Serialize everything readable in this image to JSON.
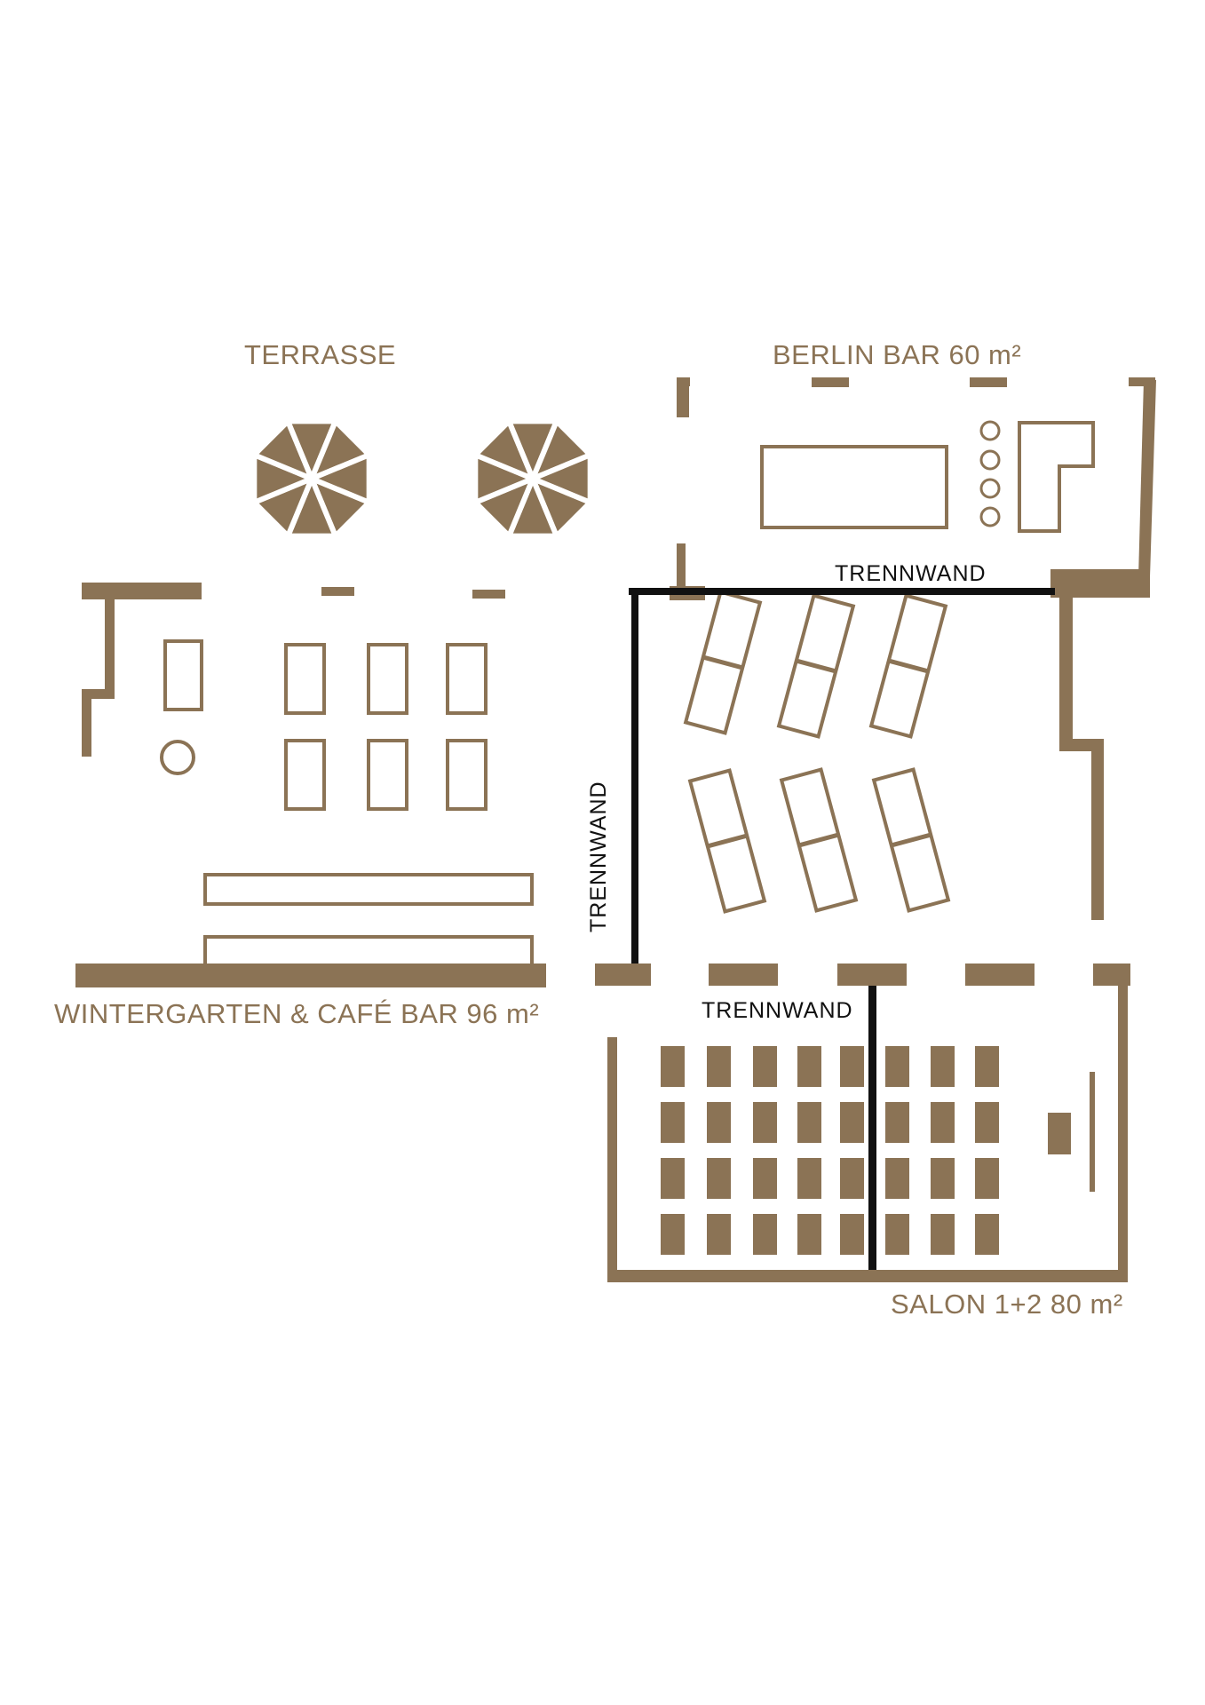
{
  "colors": {
    "wall": "#8b7355",
    "partition": "#111111",
    "background": "#ffffff"
  },
  "labels": {
    "terrasse": "TERRASSE",
    "berlin_bar": "BERLIN BAR 60 m²",
    "wintergarten": "WINTERGARTEN & CAFÉ BAR 96 m²",
    "salon": "SALON 1+2 80 m²",
    "trennwand_top": "TRENNWAND",
    "trennwand_left": "TRENNWAND",
    "trennwand_bottom": "TRENNWAND"
  },
  "icons": {
    "umbrella": "umbrella-icon",
    "stool": "bar-stool-icon"
  }
}
